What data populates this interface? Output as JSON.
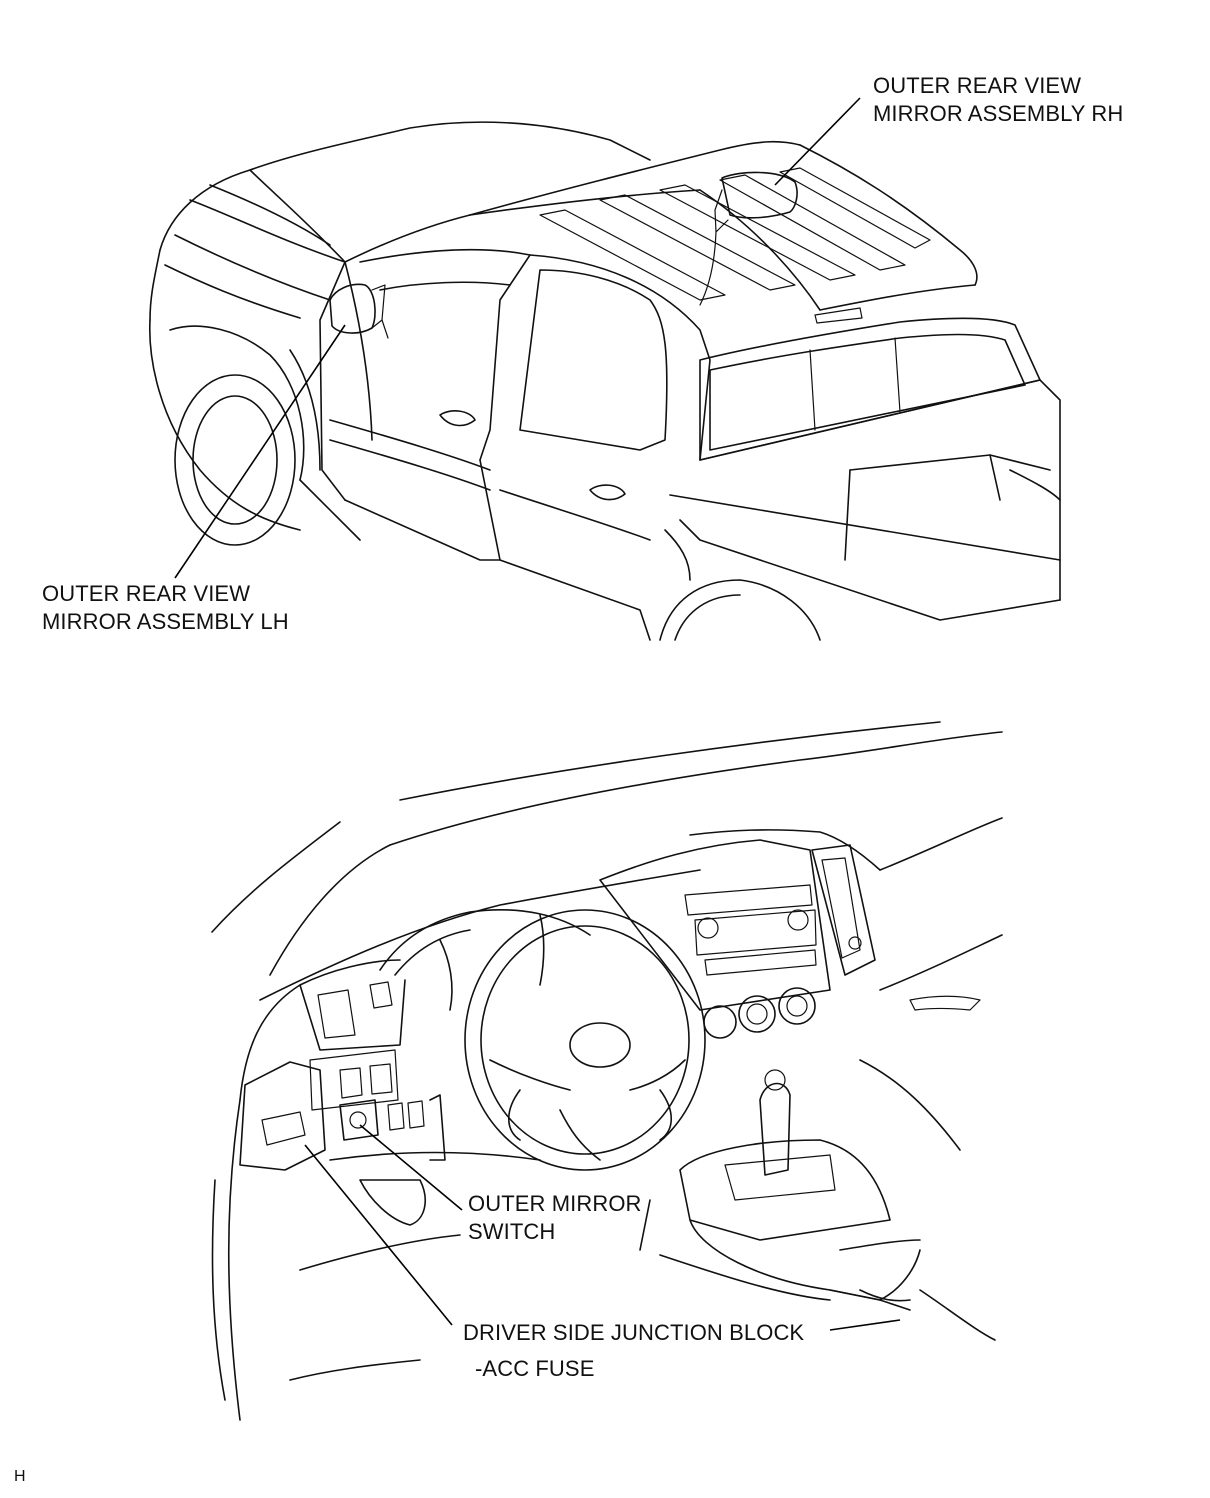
{
  "labels": {
    "mirror_rh": [
      "OUTER REAR VIEW",
      "MIRROR ASSEMBLY RH"
    ],
    "mirror_lh": [
      "OUTER REAR VIEW",
      "MIRROR ASSEMBLY LH"
    ],
    "mirror_switch": [
      "OUTER MIRROR",
      "SWITCH"
    ],
    "junction_block": [
      "DRIVER SIDE JUNCTION BLOCK",
      "-ACC FUSE"
    ]
  },
  "corner_mark": "H"
}
